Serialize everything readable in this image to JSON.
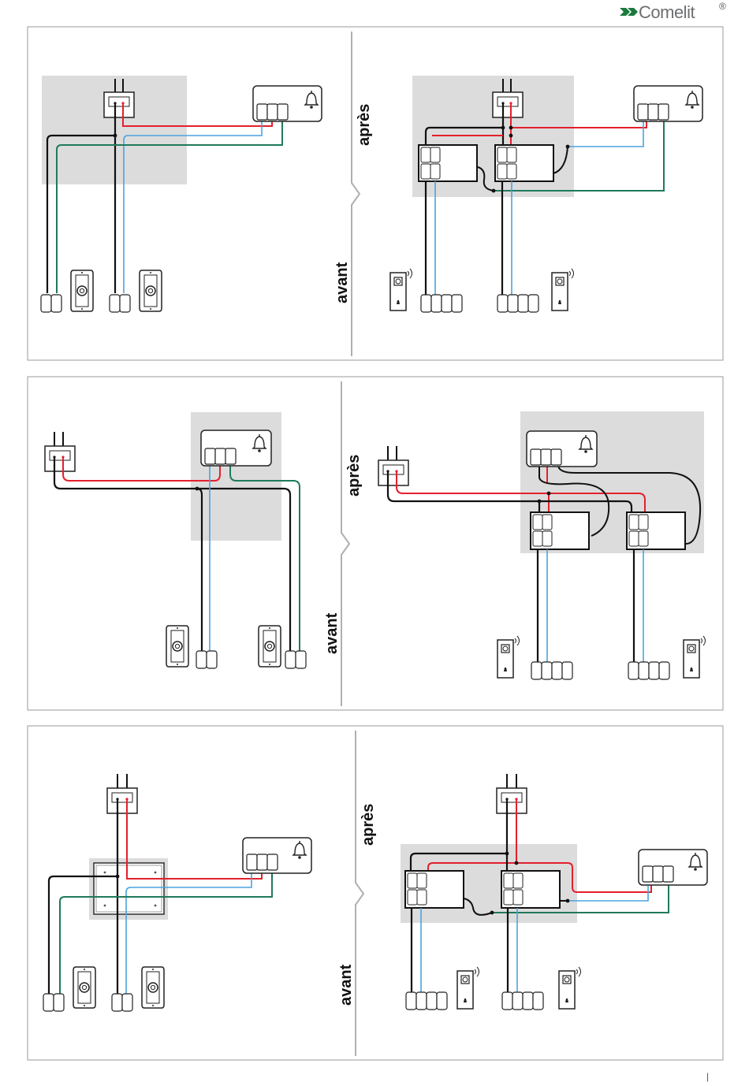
{
  "brand": {
    "name": "Comelit",
    "registered": "®",
    "logo_color": "#1a7a3c",
    "text_color": "#6d6e70"
  },
  "labels": {
    "after": "après",
    "before": "avant"
  },
  "wire_colors": {
    "power": "#111111",
    "live": "#e3202c",
    "data": "#4aa3df",
    "green": "#1f7a5c",
    "highlight": "#dcdcdc"
  },
  "page_marker": "|",
  "panels": [
    {
      "id": "panel-1"
    },
    {
      "id": "panel-2"
    },
    {
      "id": "panel-3"
    }
  ]
}
